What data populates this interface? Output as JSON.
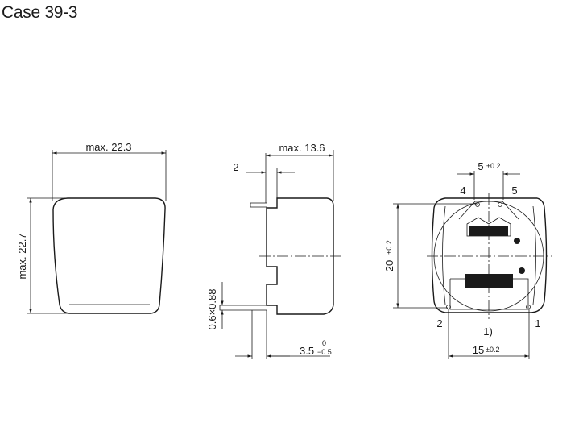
{
  "title": "Case 39-3",
  "front_view": {
    "width_label": "max. 22.3",
    "height_label": "max. 22.7"
  },
  "side_view": {
    "depth_label": "max. 13.6",
    "pin_offset_label": "2",
    "pin_size_label": "0.6×0.88",
    "standoff_label": "3.5",
    "standoff_tol_upper": "0",
    "standoff_tol_lower": "−0.5"
  },
  "bottom_view": {
    "pin_pitch_top_label": "5",
    "pin_pitch_top_tol": "±0.2",
    "height_label": "20",
    "height_tol": "±0.2",
    "pin_pitch_bottom_label": "15",
    "pin_pitch_bottom_tol": "±0.2",
    "pin_labels": [
      "4",
      "5",
      "2",
      "1"
    ],
    "note_label": "1)"
  }
}
